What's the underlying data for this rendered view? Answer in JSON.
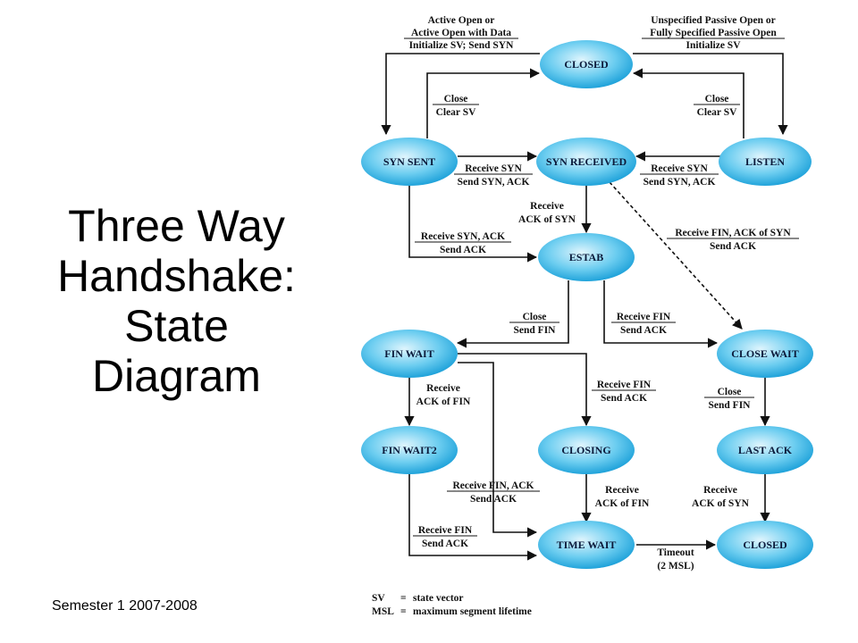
{
  "slide": {
    "title_lines": [
      "Three Way",
      "Handshake:",
      "State",
      "Diagram"
    ],
    "footer": "Semester 1 2007-2008"
  },
  "states": {
    "closed_top": "CLOSED",
    "syn_sent": "SYN SENT",
    "syn_received": "SYN RECEIVED",
    "listen": "LISTEN",
    "estab": "ESTAB",
    "fin_wait": "FIN WAIT",
    "close_wait": "CLOSE WAIT",
    "fin_wait2": "FIN WAIT2",
    "closing": "CLOSING",
    "last_ack": "LAST ACK",
    "time_wait": "TIME WAIT",
    "closed_bottom": "CLOSED"
  },
  "labels": {
    "active_open": [
      "Active Open or",
      "Active Open with Data",
      "Initialize SV; Send SYN"
    ],
    "passive_open": [
      "Unspecified Passive Open or",
      "Fully Specified Passive Open",
      "Initialize SV"
    ],
    "close_left": [
      "Close",
      "Clear SV"
    ],
    "close_right": [
      "Close",
      "Clear SV"
    ],
    "recv_syn_left": [
      "Receive SYN",
      "Send SYN, ACK"
    ],
    "recv_syn_right": [
      "Receive SYN",
      "Send SYN, ACK"
    ],
    "recv_ack_of_syn": [
      "Receive",
      "ACK of SYN"
    ],
    "recv_syn_ack": [
      "Receive SYN, ACK",
      "Send ACK"
    ],
    "recv_fin_ack_of_syn": [
      "Receive FIN, ACK of SYN",
      "Send ACK"
    ],
    "close_send_fin_left": [
      "Close",
      "Send FIN"
    ],
    "recv_fin_estab": [
      "Receive FIN",
      "Send ACK"
    ],
    "recv_ack_of_fin_left": [
      "Receive",
      "ACK of FIN"
    ],
    "recv_fin_finwait": [
      "Receive FIN",
      "Send ACK"
    ],
    "close_send_fin_right": [
      "Close",
      "Send FIN"
    ],
    "recv_fin_ack": [
      "Receive FIN, ACK",
      "Send ACK"
    ],
    "recv_fin_finwait2": [
      "Receive FIN",
      "Send ACK"
    ],
    "recv_ack_of_fin_closing": [
      "Receive",
      "ACK of FIN"
    ],
    "recv_ack_of_syn_lastack": [
      "Receive",
      "ACK of SYN"
    ],
    "timeout": [
      "Timeout",
      "(2 MSL)"
    ]
  },
  "legend": {
    "sv_key": "SV",
    "sv_eq": "=",
    "sv_value": "state vector",
    "msl_key": "MSL",
    "msl_eq": "=",
    "msl_value": "maximum segment lifetime"
  },
  "colors": {
    "state_fill_light": "#d4f0fb",
    "state_fill_dark": "#1aa0d8",
    "line": "#111111"
  }
}
